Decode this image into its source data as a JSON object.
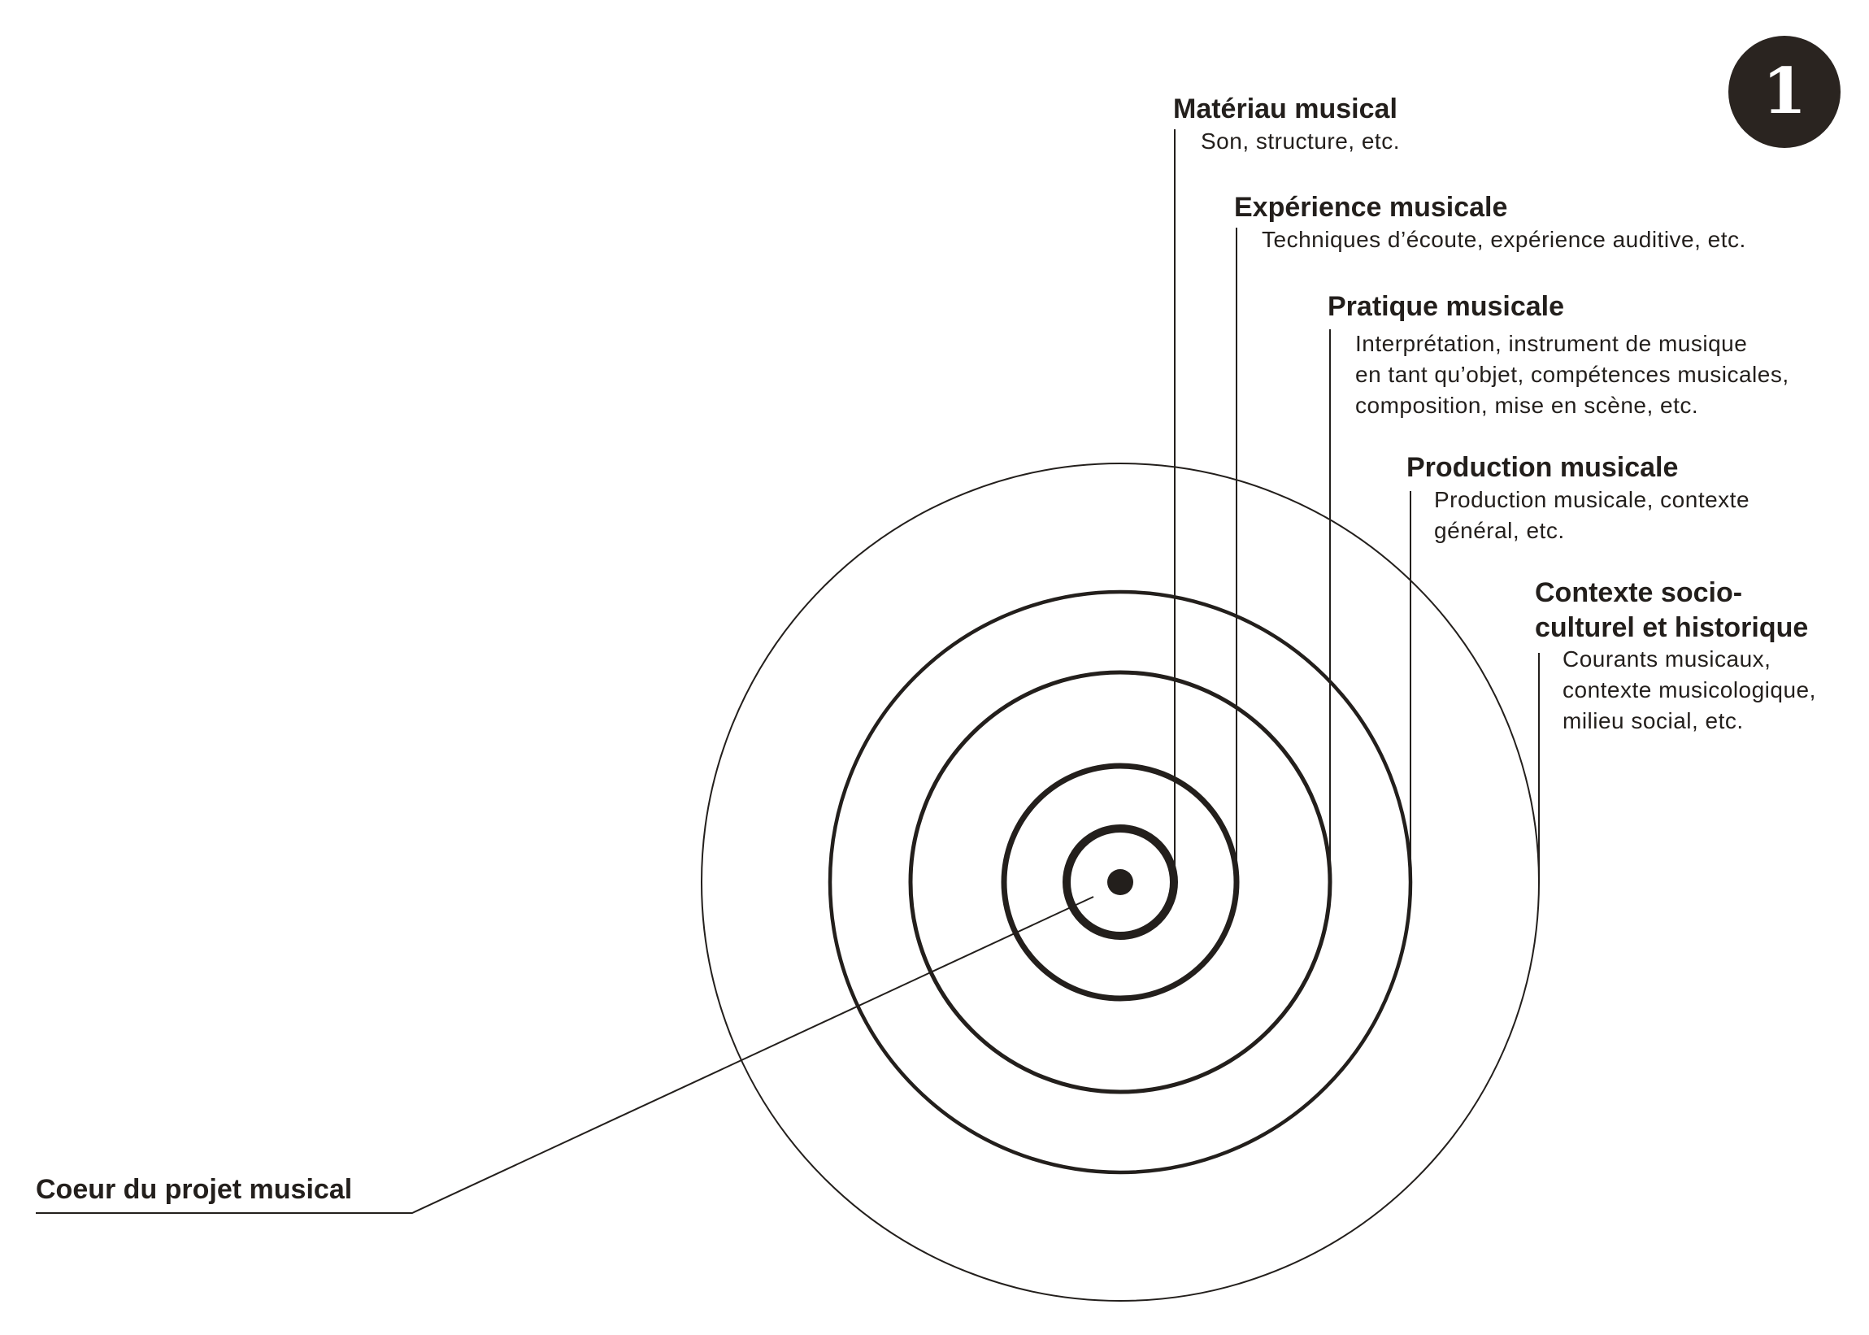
{
  "badge": "1",
  "colors": {
    "ink": "#231f1c"
  },
  "center_label": "Coeur du projet musical",
  "layers": [
    {
      "title": "Matériau musical",
      "description": "Son, structure, etc."
    },
    {
      "title": "Expérience musicale",
      "description": "Techniques d’écoute, expérience auditive, etc."
    },
    {
      "title": "Pratique musicale",
      "description": "Interprétation, instrument de musique\nen tant qu’objet, compétences musicales,\ncomposition, mise en scène, etc."
    },
    {
      "title": "Production musicale",
      "description": "Production musicale, contexte\ngénéral, etc."
    },
    {
      "title": "Contexte socio-\nculturel et historique",
      "description": "Courants musicaux,\ncontexte musicologique,\nmilieu social, etc."
    }
  ]
}
